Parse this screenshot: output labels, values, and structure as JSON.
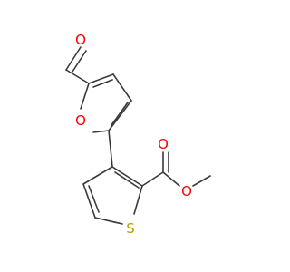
{
  "atoms": {
    "aldehyde_oxygen": {
      "text": "O",
      "color": "#ff0000"
    },
    "furan_oxygen": {
      "text": "O",
      "color": "#ff0000"
    },
    "carbonyl_oxygen": {
      "text": "O",
      "color": "#ff0000"
    },
    "ester_oxygen": {
      "text": "O",
      "color": "#ff0000"
    },
    "thiophene_sulfur": {
      "text": "S",
      "color": "#b3a100"
    }
  },
  "bond_color": "#3a3a3a"
}
